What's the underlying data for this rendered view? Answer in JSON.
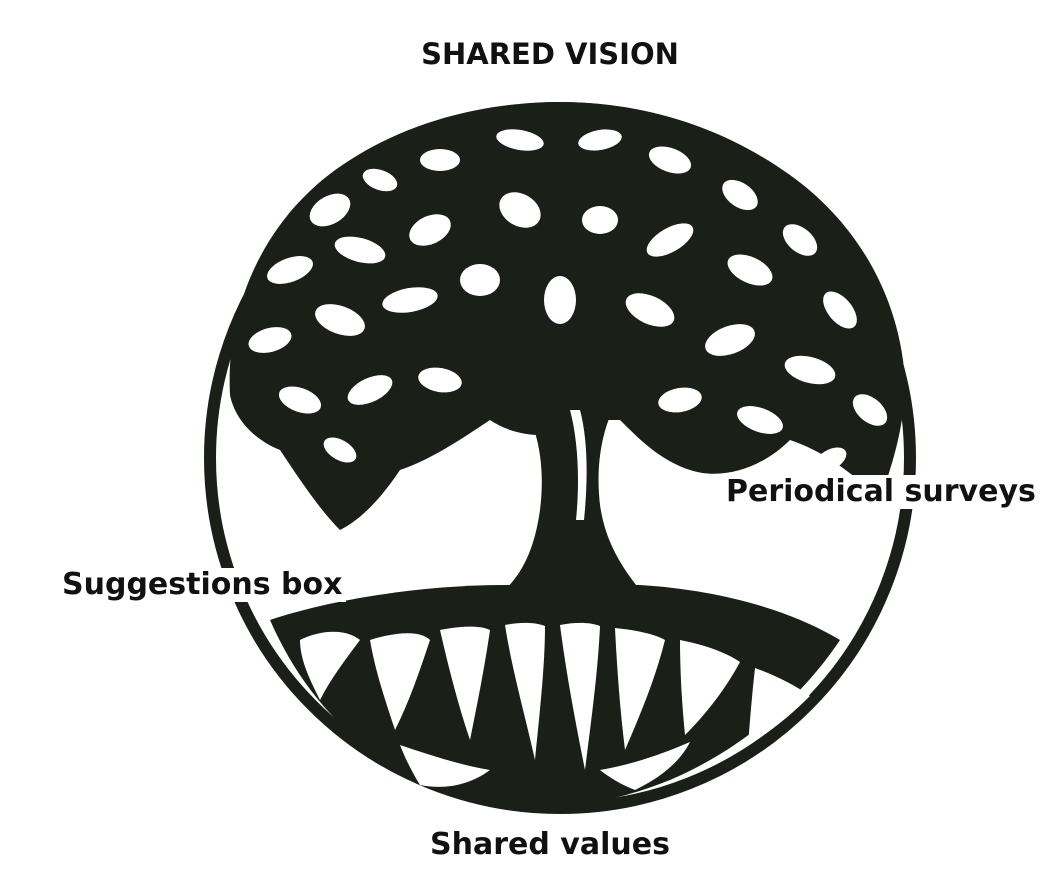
{
  "diagram": {
    "labels": {
      "top": "SHARED VISION",
      "right": "Periodical surveys",
      "left": "Suggestions box",
      "bottom": "Shared values"
    },
    "colors": {
      "ink": "#1a1f17",
      "paper": "#ffffff"
    },
    "art": {
      "subject": "tree-of-life-icon"
    }
  }
}
